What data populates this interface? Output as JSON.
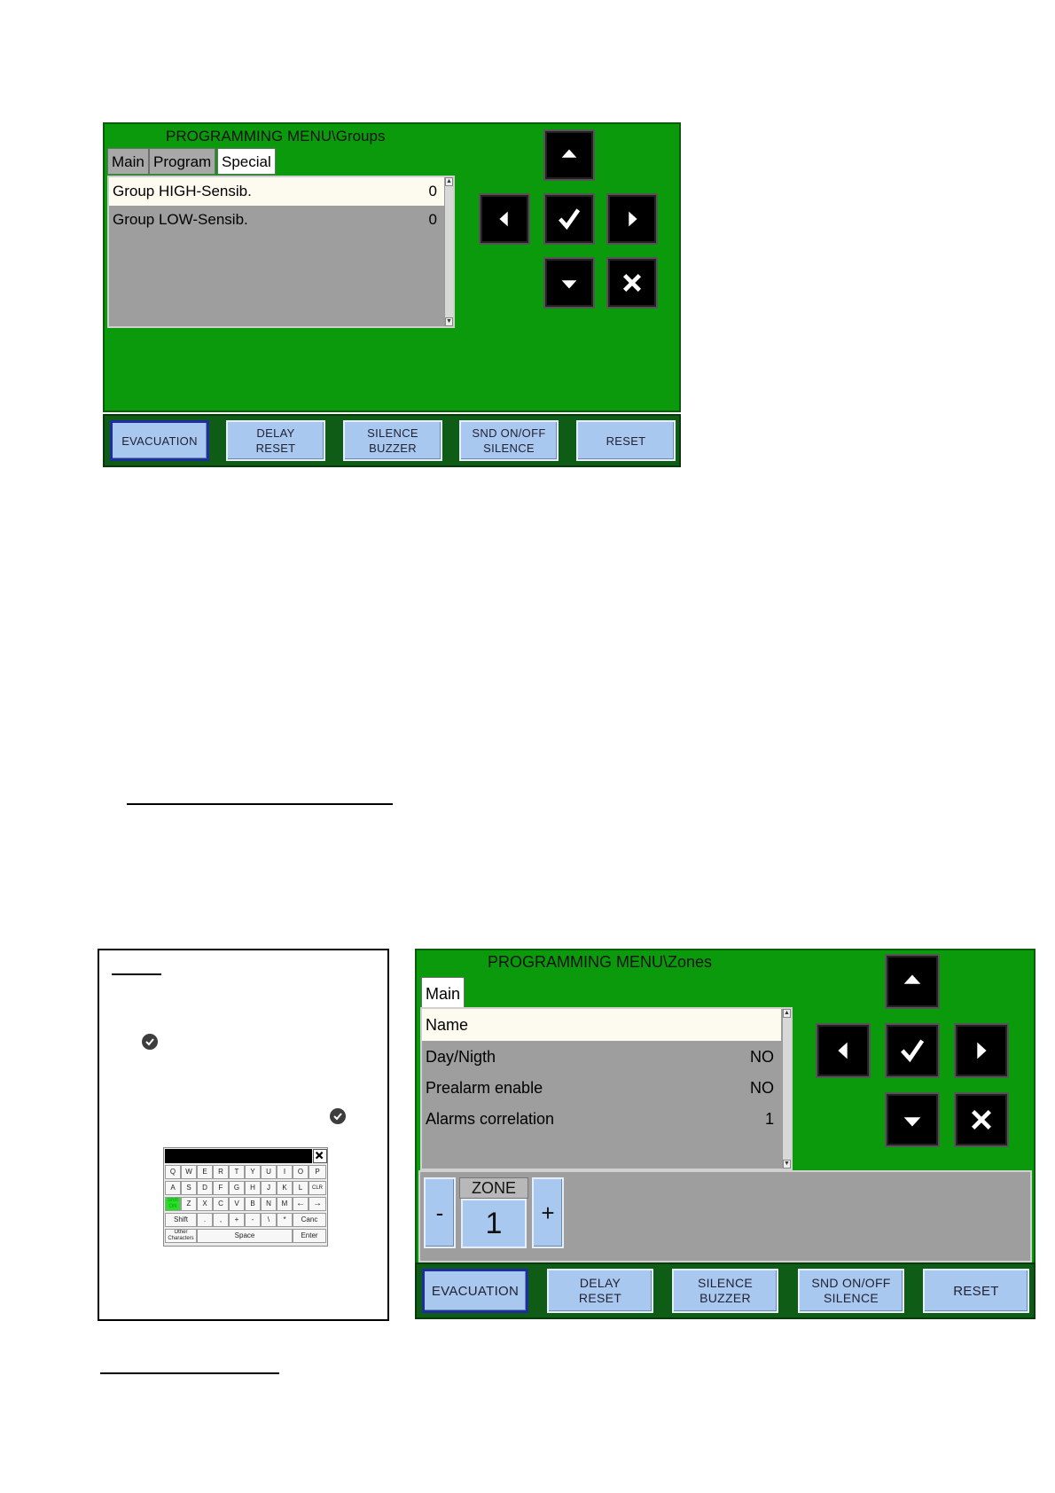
{
  "groups_panel": {
    "title": "PROGRAMMING MENU\\Groups",
    "tabs": [
      {
        "label": "Main",
        "active": false
      },
      {
        "label": "Program",
        "active": false
      },
      {
        "label": "Special",
        "active": true
      }
    ],
    "rows": [
      {
        "label": "Group HIGH-Sensib.",
        "value": "0",
        "selected": true
      },
      {
        "label": "Group LOW-Sensib.",
        "value": "0",
        "selected": false
      }
    ],
    "nav_icons": [
      "arrow-up-icon",
      "arrow-left-icon",
      "check-icon",
      "arrow-right-icon",
      "arrow-down-icon",
      "close-icon"
    ]
  },
  "groups_bar": {
    "buttons": [
      "EVACUATION",
      "DELAY\nRESET",
      "SILENCE\nBUZZER",
      "SND ON/OFF\nSILENCE",
      "RESET"
    ]
  },
  "note": {
    "keyboard": {
      "rows": [
        [
          "Q",
          "W",
          "E",
          "R",
          "T",
          "Y",
          "U",
          "I",
          "O",
          "P"
        ],
        [
          "A",
          "S",
          "D",
          "F",
          "G",
          "H",
          "J",
          "K",
          "L",
          "CLR"
        ],
        [
          "Shift ON",
          "Z",
          "X",
          "C",
          "V",
          "B",
          "N",
          "M",
          "←",
          "→"
        ],
        [
          "Shift",
          ".",
          ",",
          "+",
          "-",
          "\\",
          "*",
          "Canc"
        ]
      ],
      "bottom": [
        "Other Characters",
        "Space",
        "Enter"
      ]
    }
  },
  "zones_panel": {
    "title": "PROGRAMMING MENU\\Zones",
    "tabs": [
      {
        "label": "Main",
        "active": true
      }
    ],
    "rows": [
      {
        "label": "Name",
        "value": "",
        "selected": true
      },
      {
        "label": "Day/Nigth",
        "value": "NO",
        "selected": false
      },
      {
        "label": "Prealarm enable",
        "value": "NO",
        "selected": false
      },
      {
        "label": "Alarms correlation",
        "value": "1",
        "selected": false
      }
    ],
    "zone": {
      "label": "ZONE",
      "value": "1",
      "minus": "-",
      "plus": "+"
    }
  },
  "zones_bar": {
    "buttons": [
      "EVACUATION",
      "DELAY\nRESET",
      "SILENCE\nBUZZER",
      "SND ON/OFF\nSILENCE",
      "RESET"
    ]
  },
  "colors": {
    "panel_green": "#0b9a0b",
    "button_blue": "#a9c8ef",
    "list_grey": "#9e9e9e",
    "selected_row": "#fdfbf0"
  }
}
